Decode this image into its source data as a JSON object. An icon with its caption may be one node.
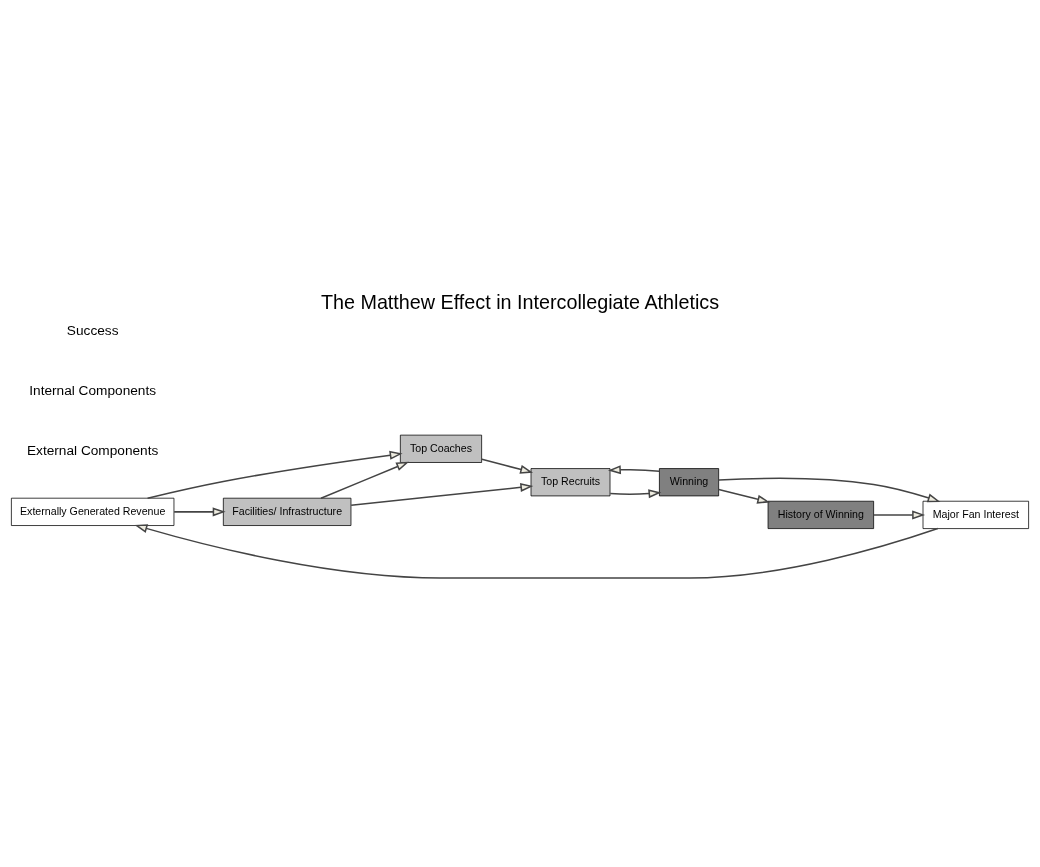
{
  "diagram": {
    "title": "The Matthew Effect in Intercollegiate Athletics",
    "nodes": [
      {
        "text": [
          "Externally Generated Revenue"
        ]
      },
      {
        "text": [
          "Top Coaches"
        ]
      },
      {
        "text": [
          "Facilities/ Infrastructure"
        ]
      },
      {
        "text": [
          "Top Recruits"
        ]
      },
      {
        "text": [
          "Major Fan Interest"
        ]
      },
      {
        "text": [
          "History of Winning"
        ]
      },
      {
        "text": [
          "Winning"
        ]
      }
    ],
    "edges": [
      {
        "from": 0,
        "to": 1,
        "arrow": "to"
      },
      {
        "from": 0,
        "to": 2,
        "arrow": "to"
      },
      {
        "from": 2,
        "to": 1,
        "arrow": "to"
      },
      {
        "from": 2,
        "to": 3,
        "arrow": "to"
      },
      {
        "from": 1,
        "to": 3,
        "arrow": "to"
      },
      {
        "from": 3,
        "to": 6,
        "arrow": "to"
      },
      {
        "from": 6,
        "to": 3,
        "arrow": "to"
      },
      {
        "from": 6,
        "to": 5,
        "arrow": "to"
      },
      {
        "from": 6,
        "to": 4,
        "arrow": "to"
      },
      {
        "from": 5,
        "to": 4,
        "arrow": "to"
      },
      {
        "from": 4,
        "to": 0,
        "arrow": "to"
      }
    ],
    "labels": [
      "External Components",
      "Internal Components",
      "Success"
    ]
  }
}
